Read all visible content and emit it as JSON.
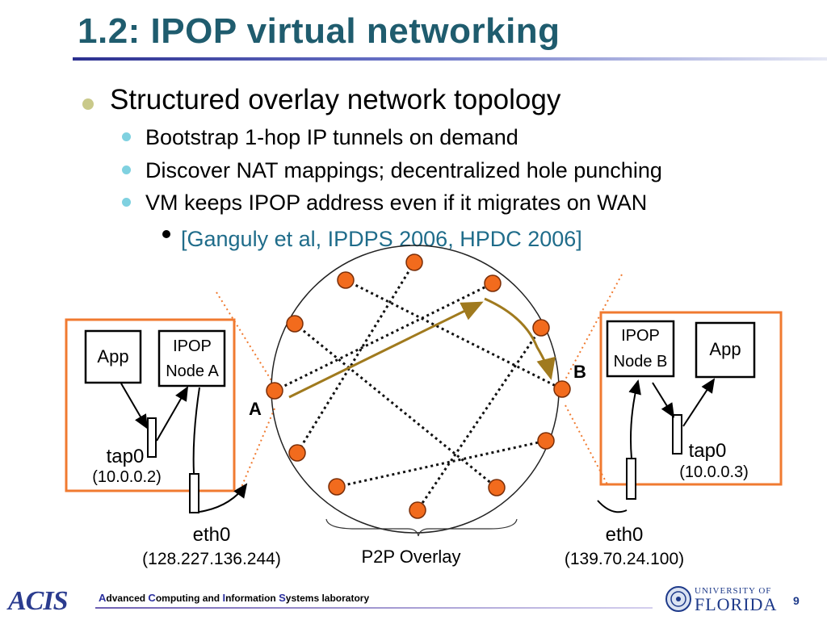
{
  "slide": {
    "title": "1.2: IPOP virtual networking",
    "bullet_main": "Structured overlay network topology",
    "sub_bullets": [
      "Bootstrap 1-hop IP tunnels on demand",
      "Discover NAT mappings; decentralized hole punching",
      "VM keeps IPOP address even if it migrates on WAN"
    ],
    "citation": "[Ganguly et al, IPDPS 2006, HPDC 2006]"
  },
  "diagram": {
    "left": {
      "app_label": "App",
      "ipop_line1": "IPOP",
      "ipop_line2": "Node A",
      "tap_label": "tap0",
      "tap_ip": "(10.0.0.2)",
      "eth_label": "eth0",
      "eth_ip": "(128.227.136.244)",
      "node_marker": "A"
    },
    "right": {
      "app_label": "App",
      "ipop_line1": "IPOP",
      "ipop_line2": "Node B",
      "tap_label": "tap0",
      "tap_ip": "(10.0.0.3)",
      "eth_label": "eth0",
      "eth_ip": "(139.70.24.100)",
      "node_marker": "B"
    },
    "overlay_label": "P2P Overlay",
    "colors": {
      "node_fill": "#f26b1d",
      "box_border": "#f07a30",
      "route_arrow": "#a07a1e"
    }
  },
  "footer": {
    "logo_text": "ACIS",
    "lab_caps": [
      "A",
      "C",
      "I",
      "S"
    ],
    "lab_words": [
      "dvanced ",
      "omputing and ",
      "nformation ",
      "ystems laboratory"
    ],
    "uf_small": "UNIVERSITY OF",
    "uf_big": "FLORIDA",
    "page_number": "9"
  }
}
